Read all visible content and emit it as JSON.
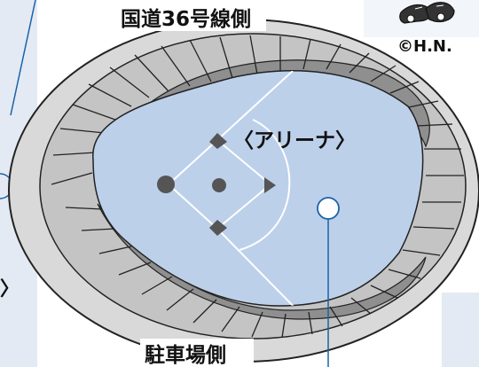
{
  "labels": {
    "top_side": "国道36号線側",
    "bottom_side": "駐車場側",
    "arena": "〈アリーナ〉",
    "credit": "©H.N.",
    "partial_left_mark": "〉"
  },
  "colors": {
    "outer_concourse": "#d9d9d9",
    "upper_seats": "#c4c4c4",
    "lower_seats_dark": "#8f8f8f",
    "arena_floor": "#bcd0ea",
    "line_accent": "#1b63a6",
    "field_markers": "#555555",
    "background_panel": "#e3eaf4"
  },
  "icons": [
    "shoe-icon",
    "marker-circle-icon"
  ]
}
